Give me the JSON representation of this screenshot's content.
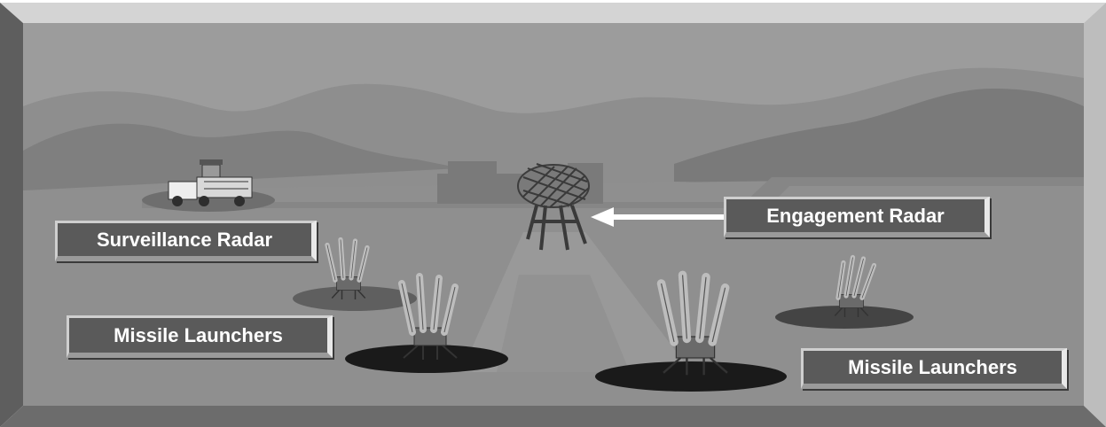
{
  "labels": {
    "surveillance_radar": "Surveillance Radar",
    "engagement_radar": "Engagement Radar",
    "missile_launchers_left": "Missile Launchers",
    "missile_launchers_right": "Missile Launchers"
  },
  "colors": {
    "sky": "#9c9c9c",
    "ground": "#8f8f8f",
    "frame_light": "#d4d4d4",
    "frame_dark": "#5e5e5e",
    "label_bg": "#5a5a5a",
    "label_text": "#ffffff"
  }
}
